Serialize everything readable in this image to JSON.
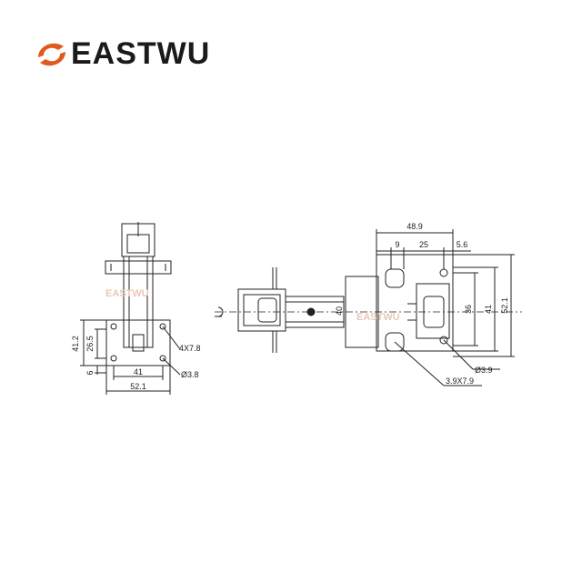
{
  "brand": {
    "name": "EASTWU",
    "accent_color": "#e05a1e"
  },
  "side_view": {
    "dims": {
      "height_overall": "41.2",
      "height_inner": "26.5",
      "bottom_offset": "6",
      "slot": "4X7.8",
      "hole": "Ø3.8",
      "width_inner": "41",
      "width_overall": "52.1"
    }
  },
  "plan_view": {
    "dims": {
      "top_overall": "48.9",
      "top_a": "9",
      "top_b": "25",
      "top_c": "5.6",
      "cup": "40",
      "h_inner": "36",
      "h_mid": "41",
      "h_overall": "52.1",
      "hole": "Ø3.9",
      "slot": "3.9X7.9"
    }
  }
}
